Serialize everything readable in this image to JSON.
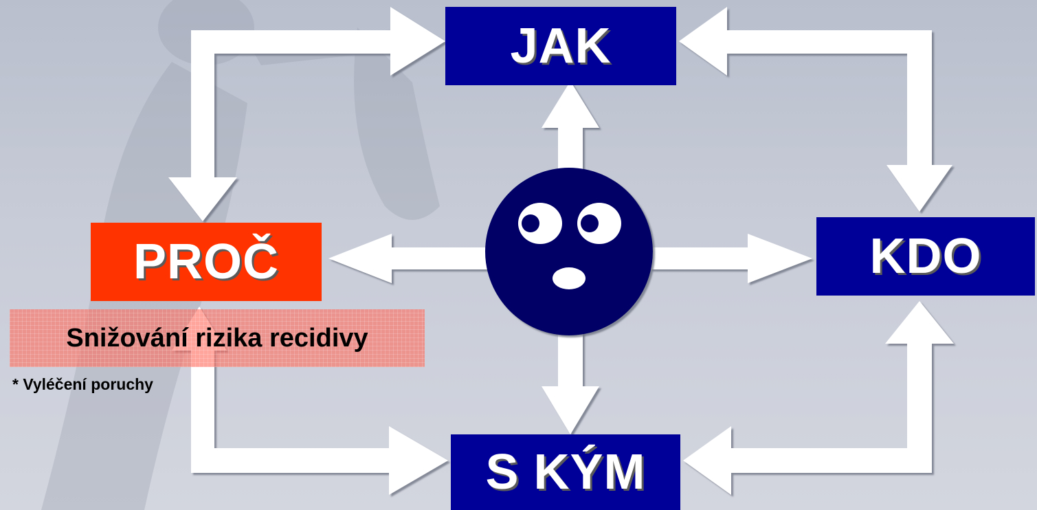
{
  "boxes": {
    "jak": "JAK",
    "kdo": "KDO",
    "s_kym": "S KÝM",
    "proc": "PROČ"
  },
  "goal": "Snižování rizika recidivy",
  "note": "* Vyléčení poruchy",
  "colors": {
    "navy": "#000099",
    "red": "#ff3300",
    "arrow": "#ffffff",
    "face": "#000066",
    "goal_fill": "#ff6e5f"
  }
}
